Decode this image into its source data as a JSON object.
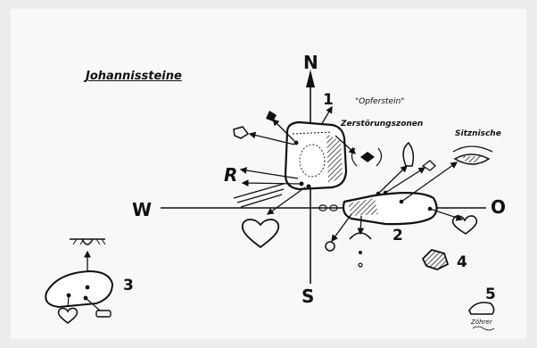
{
  "title": "Johannissteine",
  "compass": {
    "north": "N",
    "south": "S",
    "west": "W",
    "east": "O"
  },
  "stone_numbers": {
    "one": "1",
    "two": "2",
    "three": "3",
    "four": "4",
    "five": "5"
  },
  "annotations": {
    "opferstein": "\"Opferstein\"",
    "zerstoerungszonen": "Zerstörungszonen",
    "sitznische": "Sitznische",
    "r_marker": "R"
  },
  "signature": "Zöhrer",
  "colors": {
    "paper": "#f8f8f6",
    "ink": "#111111"
  }
}
